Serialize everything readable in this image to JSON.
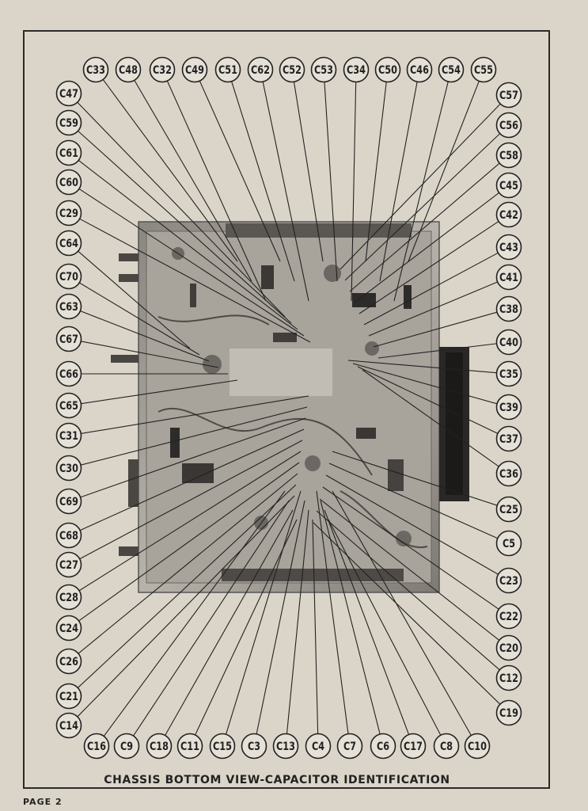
{
  "caption": "CHASSIS BOTTOM VIEW-CAPACITOR IDENTIFICATION",
  "page_label": "PAGE 2",
  "callouts": {
    "top": [
      "C33",
      "C48",
      "C32",
      "C49",
      "C51",
      "C62",
      "C52",
      "C53",
      "C34",
      "C50",
      "C46",
      "C54",
      "C55"
    ],
    "left": [
      "C47",
      "C59",
      "C61",
      "C60",
      "C29",
      "C64",
      "C70",
      "C63",
      "C67",
      "C66",
      "C65",
      "C31",
      "C30",
      "C69",
      "C68",
      "C27",
      "C28",
      "C24",
      "C26",
      "C21",
      "C14"
    ],
    "right": [
      "C57",
      "C56",
      "C58",
      "C45",
      "C42",
      "C43",
      "C41",
      "C38",
      "C40",
      "C35",
      "C39",
      "C37",
      "C36",
      "C25",
      "C5",
      "C23",
      "C22",
      "C20",
      "C12",
      "C19"
    ],
    "bottom": [
      "C16",
      "C9",
      "C18",
      "C11",
      "C15",
      "C3",
      "C13",
      "C4",
      "C7",
      "C6",
      "C17",
      "C8",
      "C10"
    ]
  }
}
